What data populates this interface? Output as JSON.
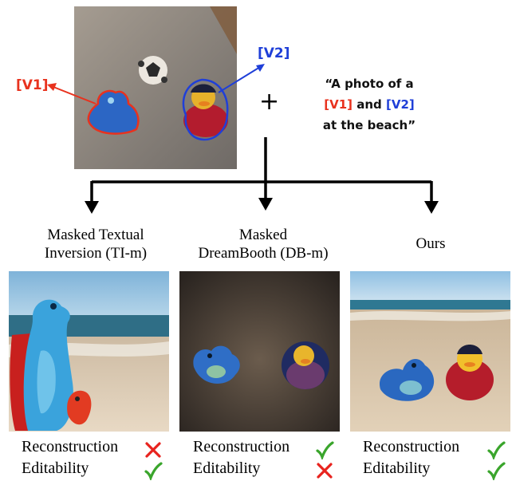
{
  "figure": {
    "tokens": {
      "v1": "[V1]",
      "v2": "[V2]"
    },
    "plus": "+",
    "prompt": {
      "line1": "“A photo of a",
      "line2_v1": "[V1]",
      "line2_and": " and ",
      "line2_v2": "[V2]",
      "line3": "at the beach”"
    },
    "colors": {
      "v1": "#e8321e",
      "v2": "#1f3fd8",
      "check": "#3aa52c",
      "cross": "#e8231e"
    },
    "methods": [
      {
        "line1": "Masked Textual",
        "line2": "Inversion (TI-m)",
        "reconstruction": "cross",
        "editability": "check"
      },
      {
        "line1": "Masked",
        "line2": "DreamBooth (DB-m)",
        "reconstruction": "check",
        "editability": "cross"
      },
      {
        "line1": "Ours",
        "line2": "",
        "reconstruction": "check",
        "editability": "check"
      }
    ],
    "metric_labels": {
      "reconstruction": "Reconstruction",
      "editability": "Editability"
    }
  }
}
